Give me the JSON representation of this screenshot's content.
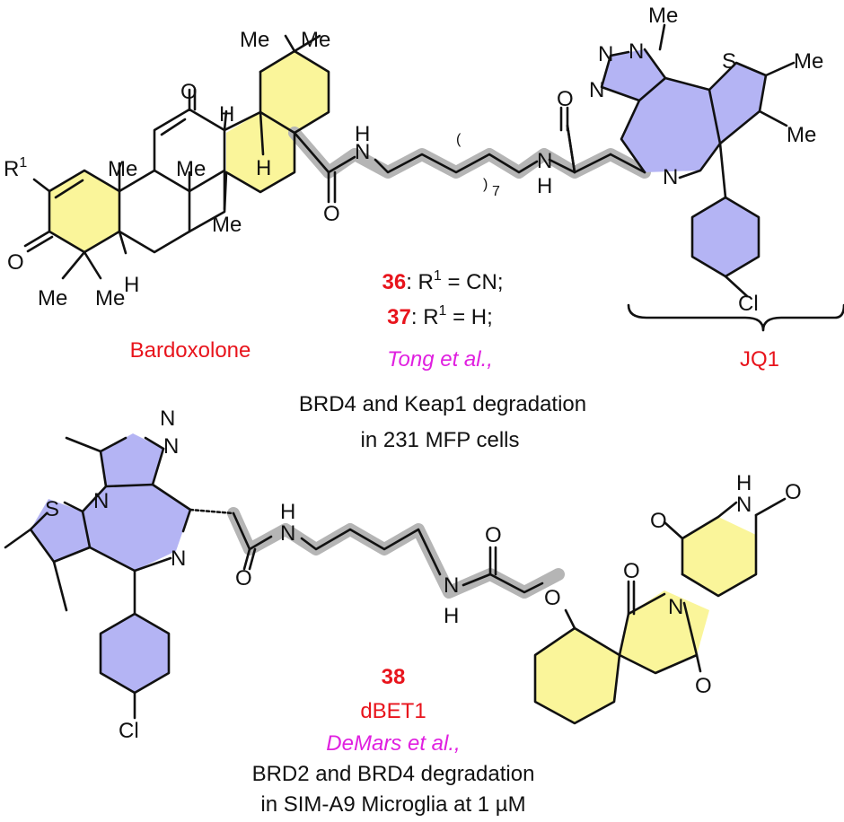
{
  "atoms": {
    "me": "Me",
    "h": "H",
    "o": "O",
    "n": "N",
    "s": "S",
    "cl": "Cl",
    "r": "R",
    "r_sup": "1",
    "loop_sub": "7"
  },
  "compound_36": {
    "number": "36",
    "text": ":  R",
    "sup": "1",
    "tail": " = CN;"
  },
  "compound_37": {
    "number": "37",
    "text": ": R",
    "sup": "1",
    "tail": " = H;"
  },
  "labels": {
    "bardoxolone": "Bardoxolone",
    "jq1": "JQ1",
    "tong_ref": "Tong et al.,",
    "tong_line1": "BRD4 and Keap1 degradation",
    "tong_line2": "in 231 MFP cells",
    "compound_38": "38",
    "dbet1": "dBET1",
    "demars_ref": "DeMars et al.,",
    "demars_line1": "BRD2 and BRD4 degradation",
    "demars_line2": "in SIM-A9 Microglia at 1 µM"
  },
  "colors": {
    "highlight_yellow": "#faf59a",
    "highlight_blue": "#b4b4f4",
    "linker_gray": "#b5b5b5",
    "label_red": "#e8141c",
    "reference_magenta": "#e020e0"
  }
}
